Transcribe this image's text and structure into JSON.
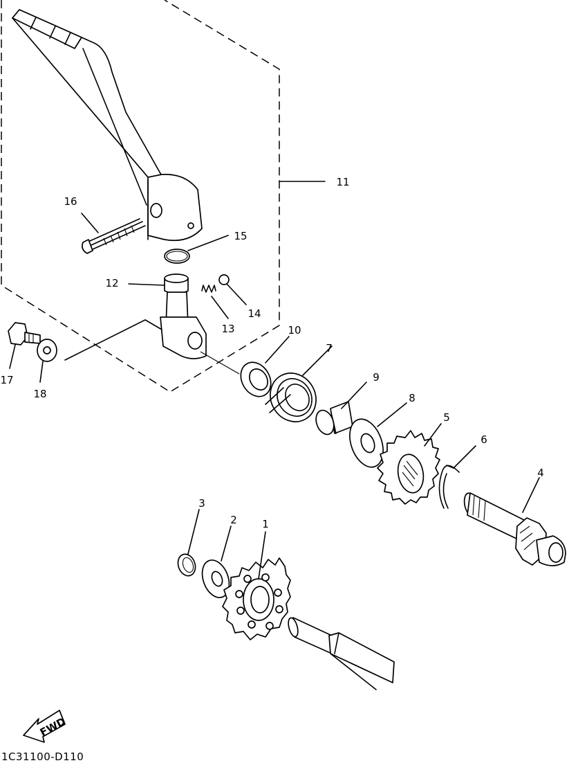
{
  "diagram_code": "1C31100-D110",
  "fwd_label": "FWD",
  "callouts": {
    "c1": "1",
    "c2": "2",
    "c3": "3",
    "c4": "4",
    "c5": "5",
    "c6": "6",
    "c7": "7",
    "c8": "8",
    "c9": "9",
    "c10": "10",
    "c11": "11",
    "c12": "12",
    "c13": "13",
    "c14": "14",
    "c15": "15",
    "c16": "16",
    "c17": "17",
    "c18": "18"
  }
}
